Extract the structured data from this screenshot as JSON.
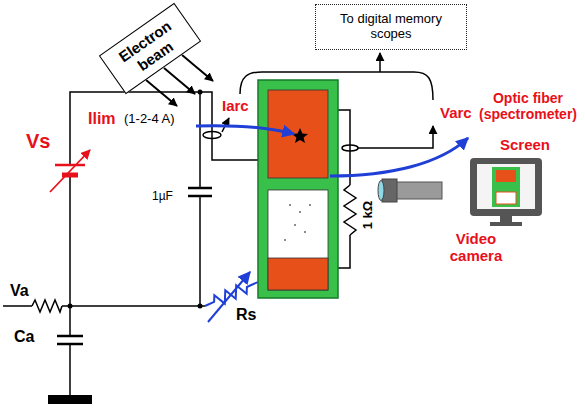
{
  "diagram": {
    "nodes": [
      {
        "text": [
          "Electron beam"
        ]
      },
      {
        "text": [
          "To digital memory scopes"
        ]
      }
    ],
    "labels": [
      "Ilim",
      "(1-2-4 A)",
      "Iarc",
      "Varc",
      "Optic fiber (spectrometer)",
      "Vs",
      "1µF",
      "1 kΩ",
      "Screen",
      "Video camera",
      "Va",
      "Ca",
      "Rs"
    ]
  }
}
